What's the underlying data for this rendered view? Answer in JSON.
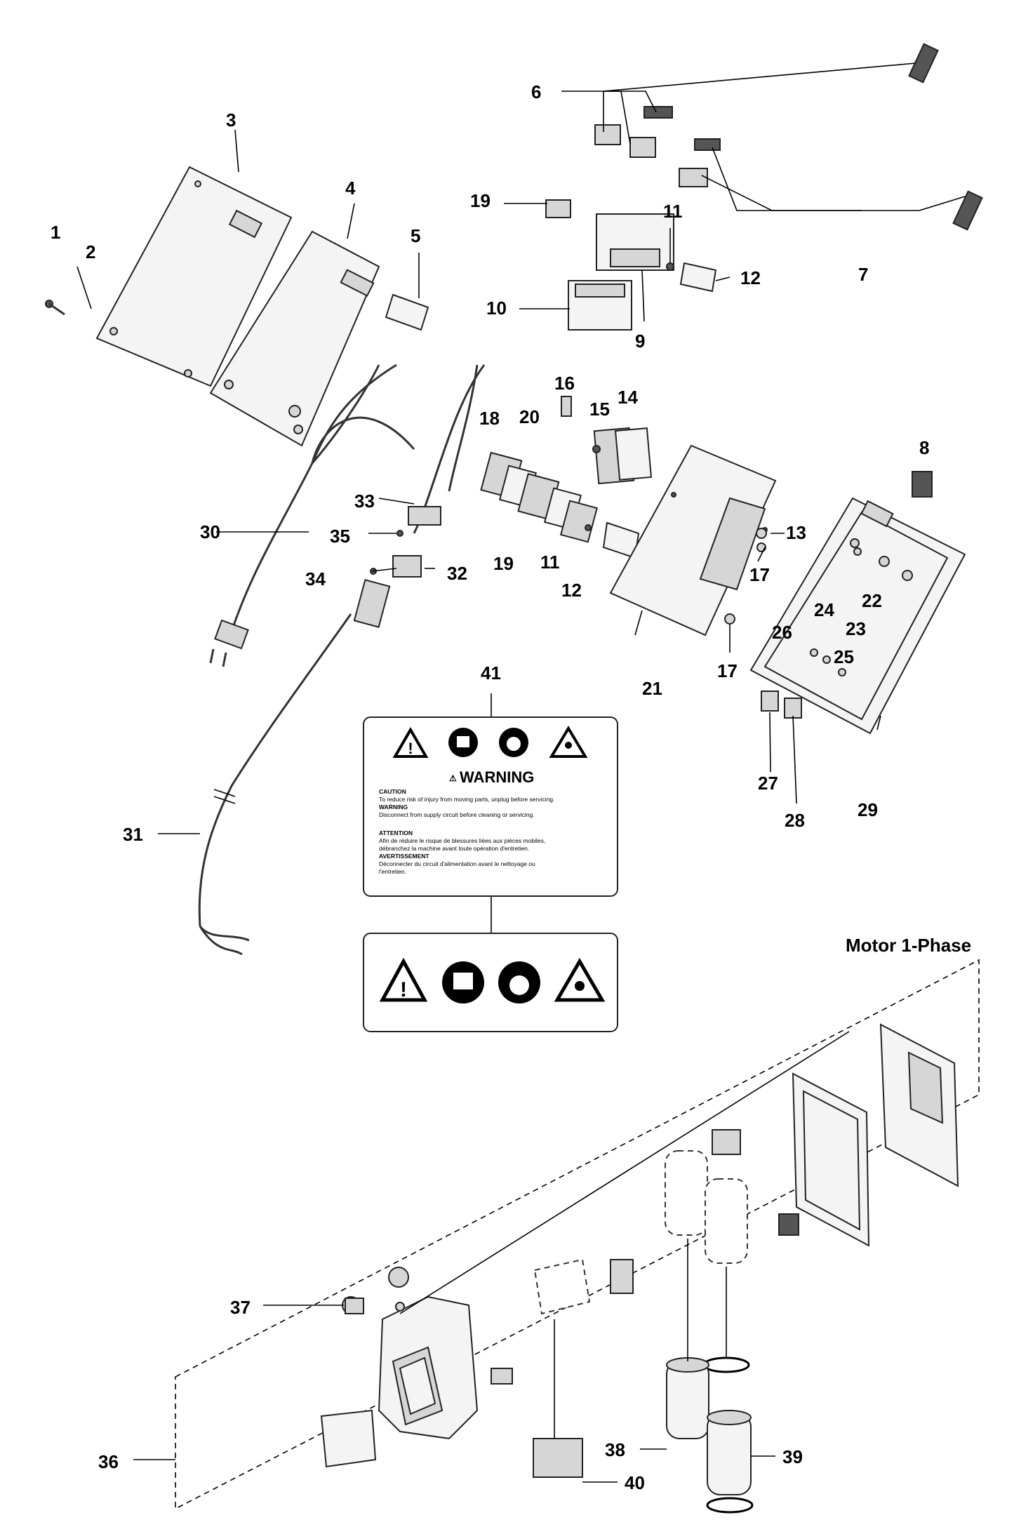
{
  "group_label": "Motor 1-Phase",
  "callouts": [
    "1",
    "2",
    "3",
    "4",
    "5",
    "6",
    "7",
    "8",
    "9",
    "10",
    "11",
    "11",
    "12",
    "12",
    "13",
    "14",
    "15",
    "16",
    "17",
    "17",
    "18",
    "19",
    "19",
    "20",
    "21",
    "22",
    "23",
    "24",
    "25",
    "26",
    "27",
    "28",
    "29",
    "30",
    "31",
    "32",
    "33",
    "34",
    "35",
    "36",
    "37",
    "38",
    "39",
    "40",
    "41"
  ],
  "warning_label": {
    "heading": "WARNING",
    "lines": [
      "CAUTION",
      "To reduce risk of injury from moving parts, unplug before servicing.",
      "WARNING",
      "Disconnect from supply circuit before cleaning or servicing.",
      "ATTENTION",
      "Afin de réduire le risque de blessures liées aux pièces mobiles,",
      "débranchez la machine avant toute opération d'entretien.",
      "AVERTISSEMENT",
      "Déconnecter du circuit d'alimentation avant le nettoyage ou",
      "l'entretien."
    ]
  },
  "colors": {
    "line": "#222222",
    "fill": "#f4f4f4",
    "shade": "#d6d6d6"
  },
  "icons": [
    "warning-triangle-icon",
    "read-manual-icon",
    "respirator-icon",
    "lift-hazard-icon"
  ]
}
